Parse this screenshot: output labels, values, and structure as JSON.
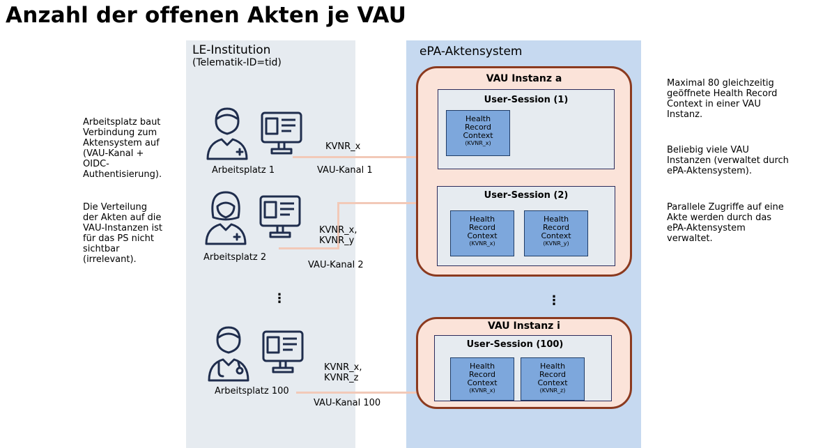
{
  "title": "Anzahl der offenen Akten je VAU",
  "le_panel": {
    "title": "LE-Institution",
    "subtitle": "(Telematik-ID=tid)"
  },
  "epa_panel": {
    "title": "ePA-Aktensystem"
  },
  "left_note": {
    "p1": "Arbeitsplatz baut\nVerbindung zum\nAktensystem auf\n(VAU-Kanal +\nOIDC-\nAuthentisierung).",
    "p2": "Die Verteilung\nder Akten auf die\nVAU-Instanzen ist\nfür das PS nicht\nsichtbar\n(irrelevant)."
  },
  "right_note": {
    "p1": "Maximal 80 gleichzeitig\ngeöffnete Health Record\nContext in einer VAU\nInstanz.",
    "p2": "Beliebig viele VAU\nInstanzen (verwaltet durch\nePA-Aktensystem).",
    "p3": "Parallele Zugriffe auf eine\nAkte werden durch das\nePA-Aktensystem\nverwaltet."
  },
  "workstations": [
    {
      "label": "Arbeitsplatz 1",
      "kvnr": "KVNR_x",
      "channel": "VAU-Kanal  1"
    },
    {
      "label": "Arbeitsplatz 2",
      "kvnr": "KVNR_x,\nKVNR_y",
      "channel": "VAU-Kanal  2"
    },
    {
      "label": "Arbeitsplatz 100",
      "kvnr": "KVNR_x,\nKVNR_z",
      "channel": "VAU-Kanal 100"
    }
  ],
  "ellipsis": "⋮",
  "vau_a": {
    "title": "VAU Instanz a",
    "sessions": [
      {
        "title": "User-Session (1)",
        "contexts": [
          {
            "l1": "Health",
            "l2": "Record",
            "l3": "Context",
            "kvnr": "(KVNR_x)"
          }
        ]
      },
      {
        "title": "User-Session (2)",
        "contexts": [
          {
            "l1": "Health",
            "l2": "Record",
            "l3": "Context",
            "kvnr": "(KVNR_x)"
          },
          {
            "l1": "Health",
            "l2": "Record",
            "l3": "Context",
            "kvnr": "(KVNR_y)"
          }
        ]
      }
    ]
  },
  "vau_i": {
    "title": "VAU Instanz i",
    "sessions": [
      {
        "title": "User-Session (100)",
        "contexts": [
          {
            "l1": "Health",
            "l2": "Record",
            "l3": "Context",
            "kvnr": "(KVNR_x)"
          },
          {
            "l1": "Health",
            "l2": "Record",
            "l3": "Context",
            "kvnr": "(KVNR_z)"
          }
        ]
      }
    ]
  },
  "colors": {
    "vau_border": "#8b3a1f",
    "vau_fill": "#fbe3d9",
    "context_fill": "#7da7dc",
    "epa_panel": "#c6d9f0",
    "le_panel": "#e6ebf0"
  }
}
